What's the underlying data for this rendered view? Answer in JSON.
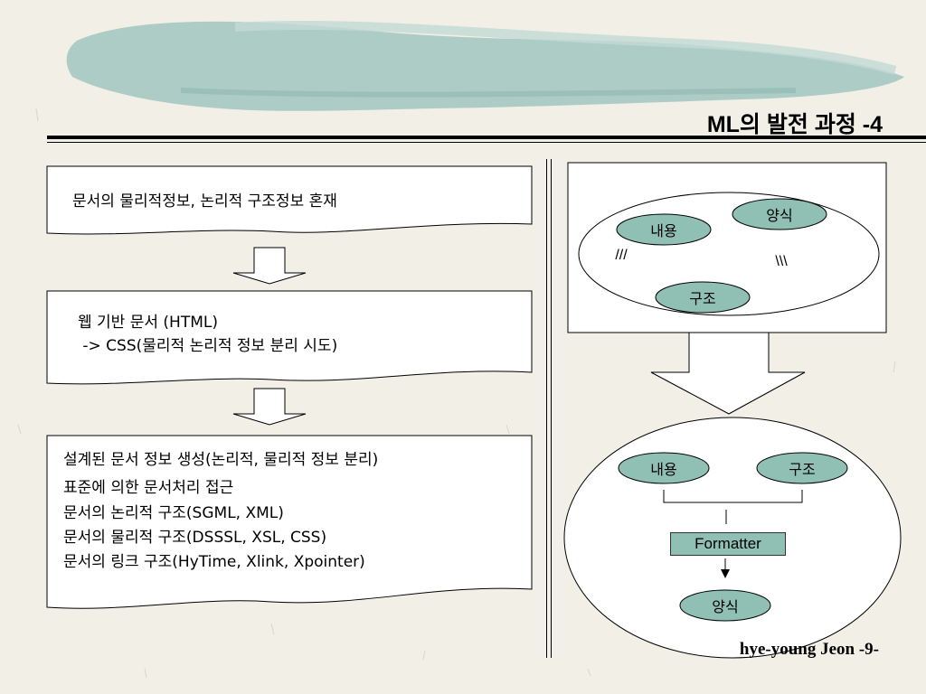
{
  "title": "ML의 발전 과정 -4",
  "stages": [
    {
      "lines": [
        "문서의 물리적정보, 논리적 구조정보 혼재"
      ]
    },
    {
      "lines": [
        "웹 기반 문서 (HTML)",
        " -> CSS(물리적 논리적 정보 분리 시도)"
      ]
    },
    {
      "lines": [
        "설계된 문서 정보 생성(논리적, 물리적 정보 분리)",
        "표준에 의한 문서처리 접근",
        "문서의 논리적 구조(SGML, XML)",
        "문서의 물리적 구조(DSSSL, XSL, CSS)",
        "문서의 링크 구조(HyTime, Xlink, Xpointer)"
      ]
    }
  ],
  "top_diagram": {
    "content": "내용",
    "style": "양식",
    "structure": "구조",
    "mark_left": "///",
    "mark_right": "\\\\\\"
  },
  "bottom_diagram": {
    "content": "내용",
    "structure": "구조",
    "formatter": "Formatter",
    "style": "양식"
  },
  "footer": "hye-young Jeon -9-",
  "colors": {
    "background": "#f1efe6",
    "ellipse_fill": "#8fc0b3",
    "brush_stroke": "#a9c9c3"
  }
}
